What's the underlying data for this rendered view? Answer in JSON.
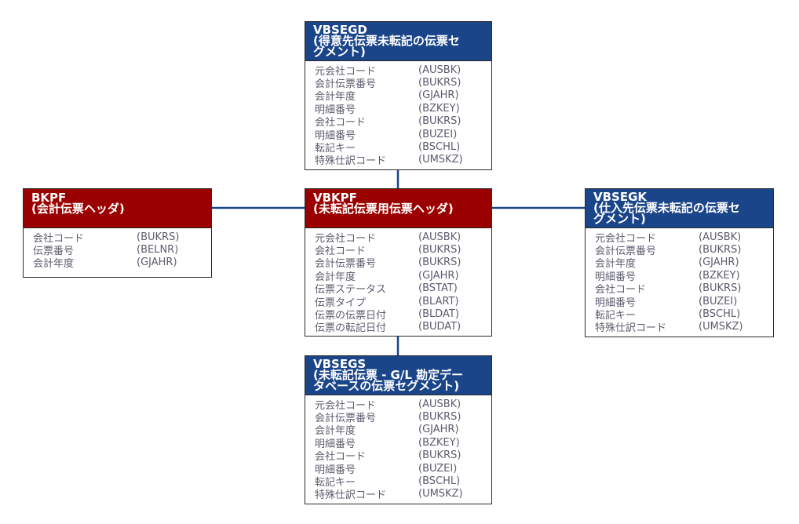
{
  "entities": {
    "vbsegd": {
      "name": "VBSEGD",
      "desc_lines": [
        "(得意先伝票未転記の伝票セ",
        "グメント)"
      ],
      "fields": [
        {
          "name": "元会社コード",
          "code": "(AUSBK)"
        },
        {
          "name": "会計伝票番号",
          "code": "(BUKRS)"
        },
        {
          "name": "会計年度",
          "code": "(GJAHR)"
        },
        {
          "name": "明細番号",
          "code": "(BZKEY)"
        },
        {
          "name": "会社コード",
          "code": "(BUKRS)"
        },
        {
          "name": "明細番号",
          "code": "(BUZEI)"
        },
        {
          "name": "転記キー",
          "code": "(BSCHL)"
        },
        {
          "name": "特殊仕訳コード",
          "code": "(UMSKZ)"
        }
      ]
    },
    "bkpf": {
      "name": "BKPF",
      "desc_lines": [
        "(会計伝票ヘッダ)"
      ],
      "fields": [
        {
          "name": "会社コード",
          "code": "(BUKRS)"
        },
        {
          "name": "伝票番号",
          "code": "(BELNR)"
        },
        {
          "name": "会計年度",
          "code": "(GJAHR)"
        }
      ]
    },
    "vbkpf": {
      "name": "VBKPF",
      "desc_lines": [
        "(未転記伝票用伝票ヘッダ)"
      ],
      "fields": [
        {
          "name": "元会社コード",
          "code": "(AUSBK)"
        },
        {
          "name": "会社コード",
          "code": "(BUKRS)"
        },
        {
          "name": "会計伝票番号",
          "code": "(BUKRS)"
        },
        {
          "name": "会計年度",
          "code": "(GJAHR)"
        },
        {
          "name": "伝票ステータス",
          "code": "(BSTAT)"
        },
        {
          "name": "伝票タイプ",
          "code": "(BLART)"
        },
        {
          "name": "伝票の伝票日付",
          "code": "(BLDAT)"
        },
        {
          "name": "伝票の転記日付",
          "code": "(BUDAT)"
        }
      ]
    },
    "vbsegk": {
      "name": "VBSEGK",
      "desc_lines": [
        "(仕入先伝票未転記の伝票セ",
        "グメント)"
      ],
      "fields": [
        {
          "name": "元会社コード",
          "code": "(AUSBK)"
        },
        {
          "name": "会計伝票番号",
          "code": "(BUKRS)"
        },
        {
          "name": "会計年度",
          "code": "(GJAHR)"
        },
        {
          "name": "明細番号",
          "code": "(BZKEY)"
        },
        {
          "name": "会社コード",
          "code": "(BUKRS)"
        },
        {
          "name": "明細番号",
          "code": "(BUZEI)"
        },
        {
          "name": "転記キー",
          "code": "(BSCHL)"
        },
        {
          "name": "特殊仕訳コード",
          "code": "(UMSKZ)"
        }
      ]
    },
    "vbsegs": {
      "name": "VBSEGS",
      "desc_lines": [
        "(未転記伝票 - G/L 勘定デー",
        "タベースの伝票セグメント)"
      ],
      "fields": [
        {
          "name": "元会社コード",
          "code": "(AUSBK)"
        },
        {
          "name": "会計伝票番号",
          "code": "(BUKRS)"
        },
        {
          "name": "会計年度",
          "code": "(GJAHR)"
        },
        {
          "name": "明細番号",
          "code": "(BZKEY)"
        },
        {
          "name": "会社コード",
          "code": "(BUKRS)"
        },
        {
          "name": "明細番号",
          "code": "(BUZEI)"
        },
        {
          "name": "転記キー",
          "code": "(BSCHL)"
        },
        {
          "name": "特殊仕訳コード",
          "code": "(UMSKZ)"
        }
      ]
    }
  },
  "colors": {
    "header_red": "#9b0000",
    "header_blue": "#1b4589",
    "connector": "#1b4589"
  }
}
